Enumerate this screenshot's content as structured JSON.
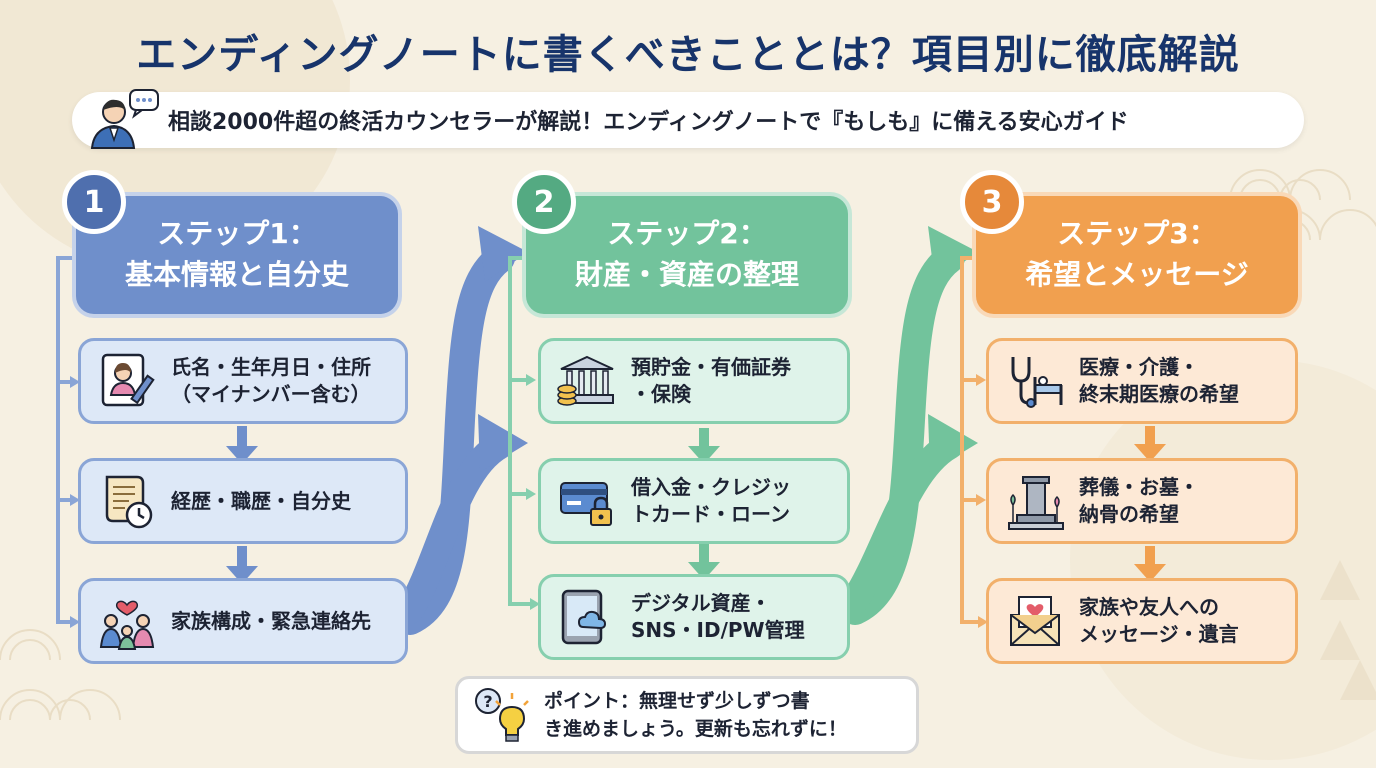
{
  "title": "エンディングノートに書くべきこととは？項目別に徹底解説",
  "subtitle": "相談2000件超の終活カウンセラーが解説！エンディングノートで『もしも』に備える安心ガイド",
  "colors": {
    "blue": "#6f8fcb",
    "blue_light": "#dde8f7",
    "green": "#72c39c",
    "green_light": "#dff3ea",
    "orange": "#f1a04f",
    "orange_light": "#fde9d6",
    "title": "#17346b"
  },
  "steps": [
    {
      "number": "1",
      "title_line1": "ステップ1：",
      "title_line2": "基本情報と自分史",
      "items": [
        {
          "icon": "profile-card-icon",
          "text": "氏名・生年月日・住所\n（マイナンバー含む）"
        },
        {
          "icon": "scroll-clock-icon",
          "text": "経歴・職歴・自分史"
        },
        {
          "icon": "family-icon",
          "text": "家族構成・緊急連絡先"
        }
      ]
    },
    {
      "number": "2",
      "title_line1": "ステップ2：",
      "title_line2": "財産・資産の整理",
      "items": [
        {
          "icon": "bank-coins-icon",
          "text": "預貯金・有価証券\n・保険"
        },
        {
          "icon": "credit-card-lock-icon",
          "text": "借入金・クレジッ\nトカード・ローン"
        },
        {
          "icon": "tablet-cloud-icon",
          "text": "デジタル資産・\nSNS・ID/PW管理"
        }
      ]
    },
    {
      "number": "3",
      "title_line1": "ステップ3：",
      "title_line2": "希望とメッセージ",
      "items": [
        {
          "icon": "stethoscope-bed-icon",
          "text": "医療・介護・\n終末期医療の希望"
        },
        {
          "icon": "grave-icon",
          "text": "葬儀・お墓・\n納骨の希望"
        },
        {
          "icon": "heart-letter-icon",
          "text": "家族や友人への\nメッセージ・遺言"
        }
      ]
    }
  ],
  "point": {
    "icon": "question-bulb-icon",
    "text": "ポイント：無理せず少しずつ書\nき進めましょう。更新も忘れずに！"
  }
}
